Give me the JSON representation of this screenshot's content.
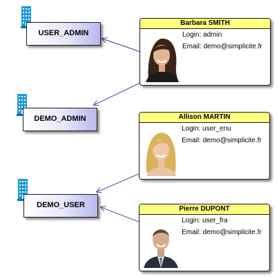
{
  "groups": [
    {
      "id": "user_admin",
      "name": "USER_ADMIN"
    },
    {
      "id": "demo_admin",
      "name": "DEMO_ADMIN"
    },
    {
      "id": "demo_user",
      "name": "DEMO_USER"
    }
  ],
  "users": [
    {
      "name": "Barbara SMITH",
      "login_label": "Login:",
      "login": "admin",
      "email_label": "Email:",
      "email": "demo@simplicite.fr",
      "photo": "photo-woman-brunette-icon"
    },
    {
      "name": "Allison MARTIN",
      "login_label": "Login:",
      "login": "user_enu",
      "email_label": "Email:",
      "email": "demo@simplicite.fr",
      "photo": "photo-woman-blonde-icon"
    },
    {
      "name": "Pierre DUPONT",
      "login_label": "Login:",
      "login": "user_fra",
      "email_label": "Email:",
      "email": "demo@simplicite.fr",
      "photo": "photo-man-suit-icon"
    }
  ],
  "links": [
    {
      "from": "Barbara SMITH",
      "to": "USER_ADMIN"
    },
    {
      "from": "Barbara SMITH",
      "to": "DEMO_ADMIN"
    },
    {
      "from": "Allison MARTIN",
      "to": "DEMO_USER"
    },
    {
      "from": "Pierre DUPONT",
      "to": "DEMO_USER"
    }
  ],
  "colors": {
    "card_header": "#ffff80",
    "group_gradient_end": "#b8b8f0",
    "link": "#5a5aa8",
    "building_icon": "#1e9ad6"
  }
}
